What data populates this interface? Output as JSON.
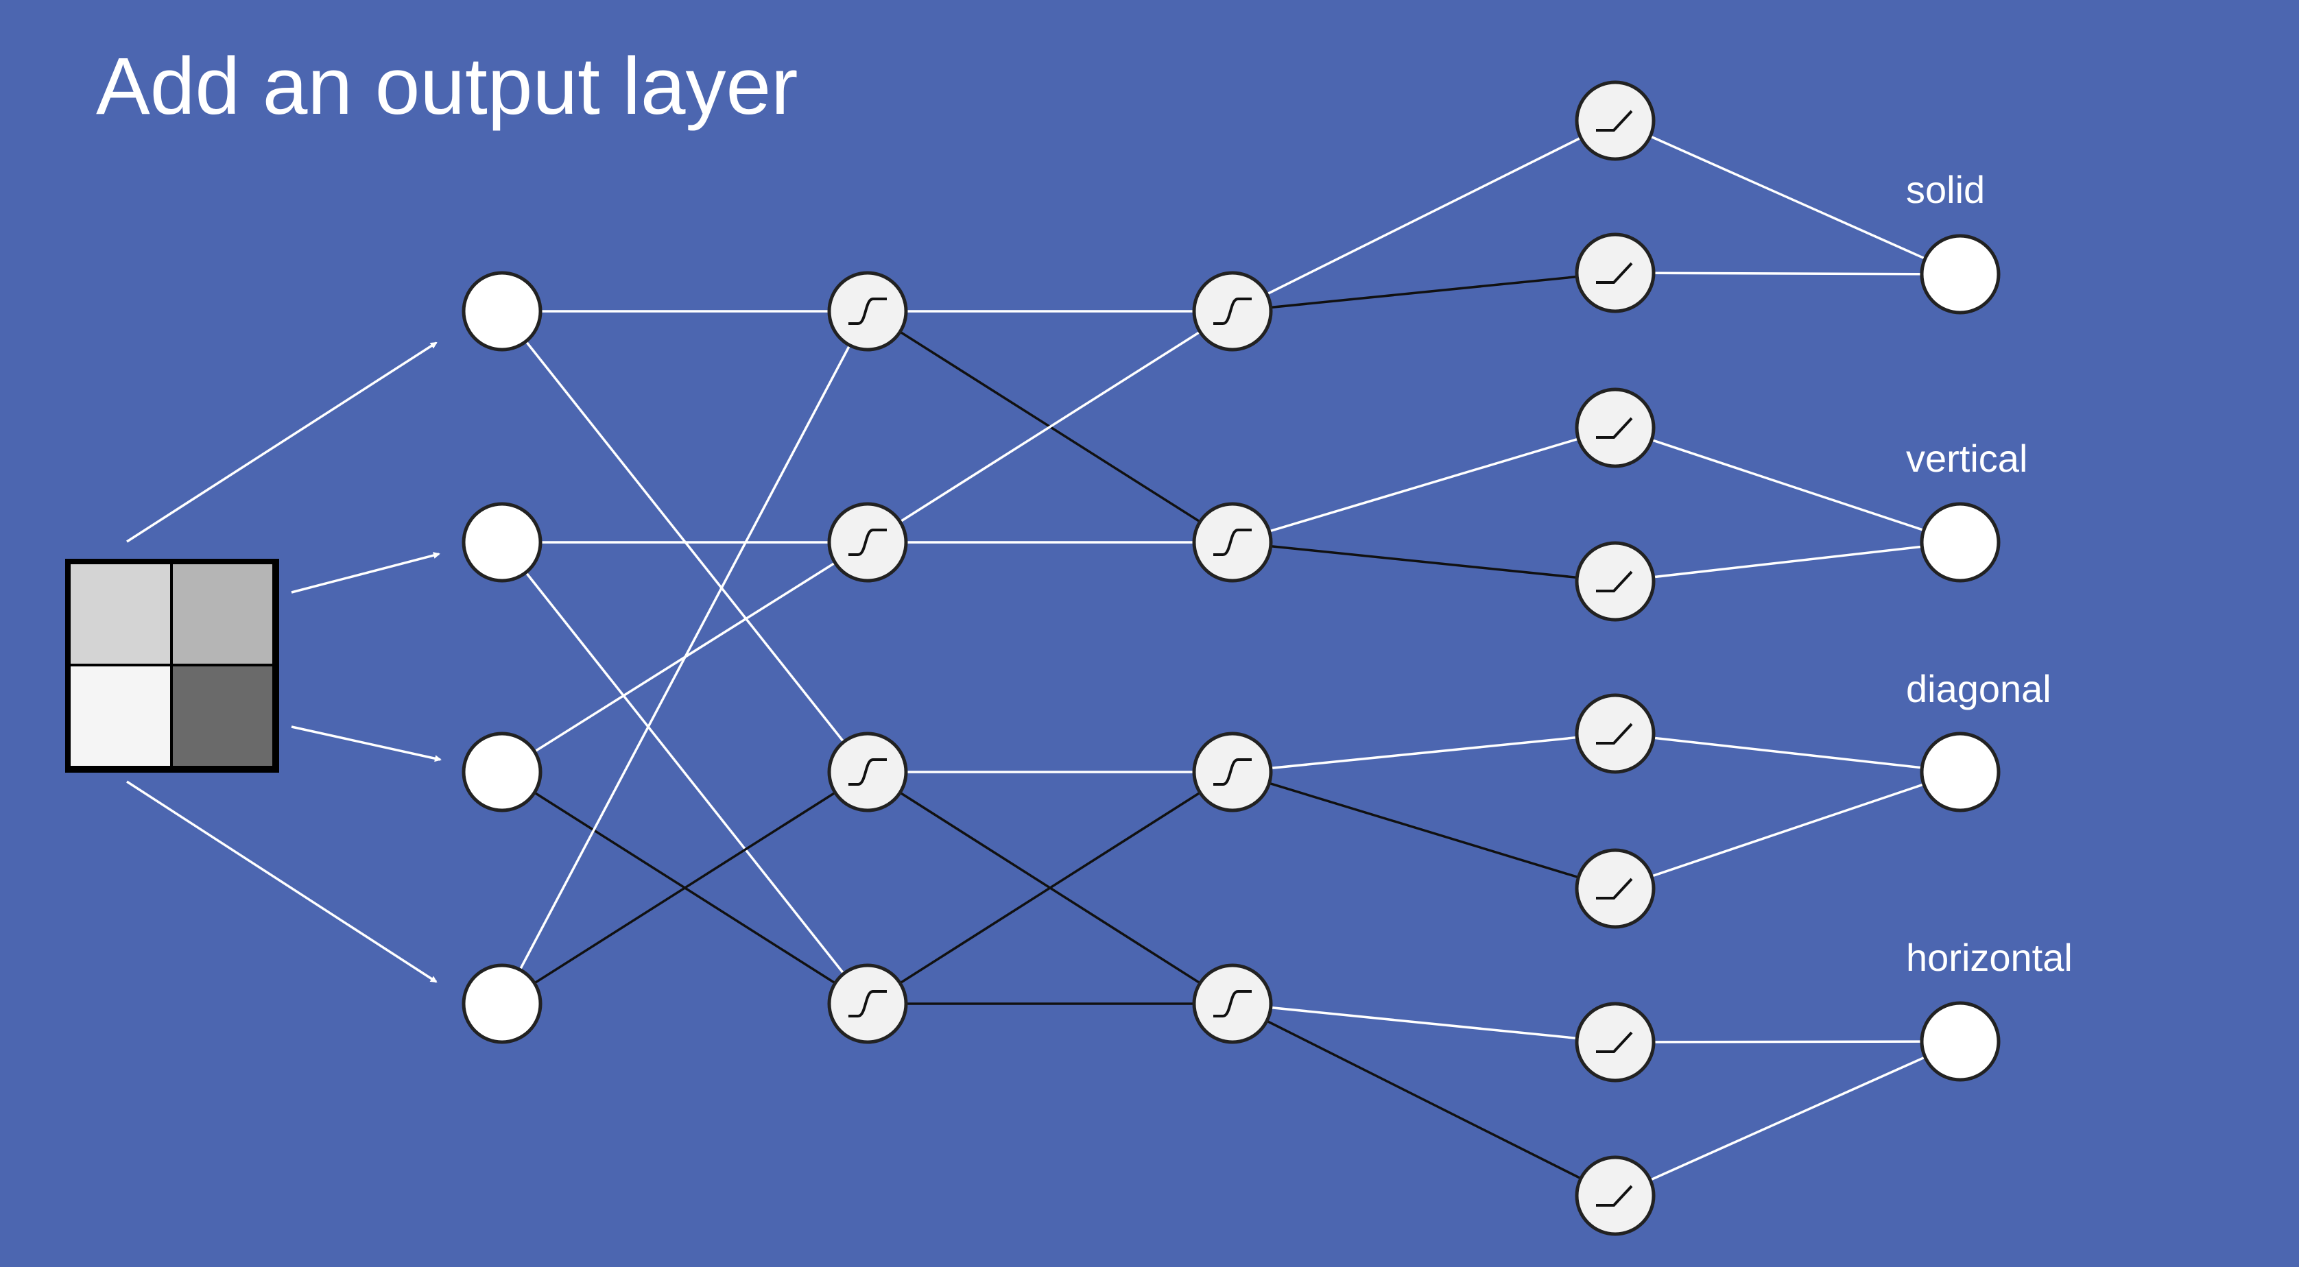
{
  "title": "Add an output layer",
  "colors": {
    "background": "#4c66b0",
    "positive_connection": "#ffffff",
    "negative_connection": "#111111",
    "node_fill_input": "#ffffff",
    "node_fill_hidden": "#f2f2f2",
    "node_stroke": "#222222"
  },
  "input_image": {
    "pixels": [
      "#d4d4d4",
      "#b5b5b5",
      "#f5f5f5",
      "#6a6a6a"
    ]
  },
  "layers": [
    {
      "name": "input",
      "nodes": 4,
      "activation": "none"
    },
    {
      "name": "hidden-1",
      "nodes": 4,
      "activation": "sigmoid-icon"
    },
    {
      "name": "hidden-2",
      "nodes": 4,
      "activation": "sigmoid-icon"
    },
    {
      "name": "hidden-3",
      "nodes": 8,
      "activation": "relu-icon"
    },
    {
      "name": "output",
      "nodes": 4,
      "activation": "none"
    }
  ],
  "outputs": [
    "solid",
    "vertical",
    "diagonal",
    "horizontal"
  ]
}
